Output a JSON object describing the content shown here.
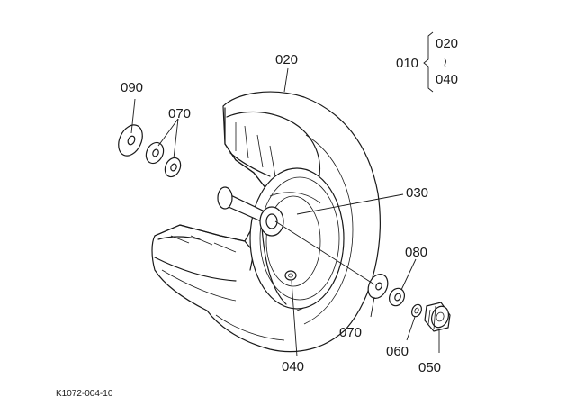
{
  "parts": {
    "p020": "020",
    "p010": "010",
    "range_start": "020",
    "range_sep": "≀",
    "range_end": "040",
    "p090": "090",
    "p070_top": "070",
    "p030": "030",
    "p080": "080",
    "p070_bottom": "070",
    "p060": "060",
    "p050": "050",
    "p040": "040"
  },
  "figure_code": "K1072-004-10"
}
